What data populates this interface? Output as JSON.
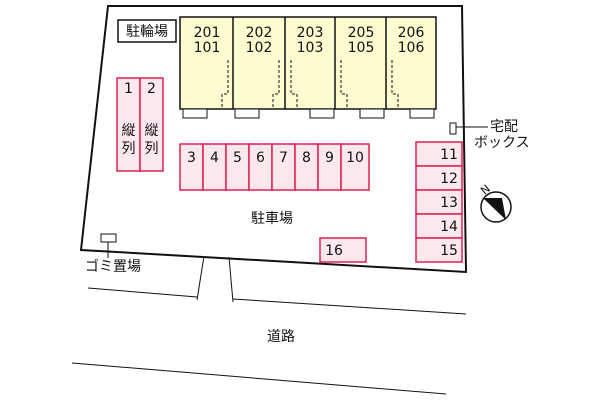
{
  "bicycle_parking": "駐輪場",
  "units": [
    {
      "top": "201",
      "bottom": "101"
    },
    {
      "top": "202",
      "bottom": "102"
    },
    {
      "top": "203",
      "bottom": "103"
    },
    {
      "top": "205",
      "bottom": "105"
    },
    {
      "top": "206",
      "bottom": "106"
    }
  ],
  "tandem_spots": [
    {
      "number": "1",
      "label_line1": "縦",
      "label_line2": "列"
    },
    {
      "number": "2",
      "label_line1": "縦",
      "label_line2": "列"
    }
  ],
  "row_spots": [
    "3",
    "4",
    "5",
    "6",
    "7",
    "8",
    "9",
    "10"
  ],
  "side_spots": [
    "11",
    "12",
    "13",
    "14",
    "15"
  ],
  "spot_16": "16",
  "parking_label": "駐車場",
  "delivery_box_line1": "宅配",
  "delivery_box_line2": "ボックス",
  "garbage_label": "ゴミ置場",
  "road_label": "道路",
  "compass": "north-arrow-icon",
  "colors": {
    "spot_fill": "#fde8ee",
    "spot_stroke": "#e02050",
    "unit_fill": "#fdfbd0",
    "line": "#111111"
  }
}
